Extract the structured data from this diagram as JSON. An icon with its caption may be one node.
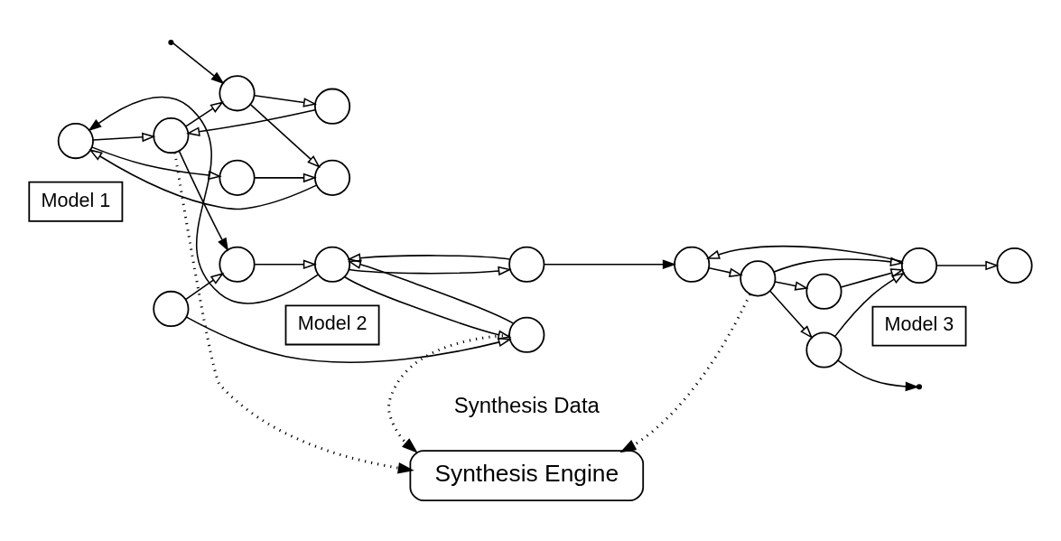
{
  "diagram": {
    "nodes": [
      {
        "text": [
          "Model 1"
        ]
      },
      {
        "text": [
          "Model 2"
        ]
      },
      {
        "text": [
          "Model 3"
        ]
      },
      {
        "text": [],
        "shape": "circle"
      },
      {
        "text": [],
        "shape": "circle"
      },
      {
        "text": [],
        "shape": "circle"
      },
      {
        "text": [],
        "shape": "circle"
      },
      {
        "text": [],
        "shape": "circle"
      },
      {
        "text": [],
        "shape": "circle"
      },
      {
        "text": [],
        "shape": "circle"
      },
      {
        "text": [],
        "shape": "circle"
      },
      {
        "text": [],
        "shape": "circle"
      },
      {
        "text": [],
        "shape": "circle"
      },
      {
        "text": [],
        "shape": "circle"
      },
      {
        "text": [],
        "shape": "circle"
      },
      {
        "text": [],
        "shape": "circle"
      },
      {
        "text": [],
        "shape": "circle"
      },
      {
        "text": [],
        "shape": "circle"
      },
      {
        "text": [],
        "shape": "circle"
      },
      {
        "text": [],
        "shape": "circle"
      },
      {
        "text": [
          "Synthesis Engine"
        ]
      }
    ],
    "edges": [
      {
        "from": 4,
        "to": 3,
        "arrow": "to"
      },
      {
        "from": 3,
        "to": 5,
        "arrow": "to"
      },
      {
        "from": 5,
        "to": 4,
        "arrow": "to"
      },
      {
        "from": 5,
        "to": 7,
        "arrow": "to"
      },
      {
        "from": 7,
        "to": 6,
        "arrow": "to"
      },
      {
        "from": 6,
        "to": 3,
        "arrow": "to"
      },
      {
        "from": 6,
        "to": 8,
        "arrow": "to"
      },
      {
        "from": 8,
        "to": 7,
        "arrow": "to"
      },
      {
        "from": 10,
        "to": 9,
        "arrow": "to"
      },
      {
        "from": 9,
        "to": 11,
        "arrow": "to"
      },
      {
        "from": 11,
        "to": 9,
        "arrow": "to"
      },
      {
        "from": 9,
        "to": 13,
        "arrow": "to"
      },
      {
        "from": 13,
        "to": 9,
        "arrow": "to"
      },
      {
        "from": 12,
        "to": 10,
        "arrow": "to"
      },
      {
        "from": 12,
        "to": 13,
        "arrow": "to"
      },
      {
        "from": 15,
        "to": 14,
        "arrow": "to"
      },
      {
        "from": 15,
        "to": 16,
        "arrow": "to"
      },
      {
        "from": 16,
        "to": 18,
        "arrow": "to"
      },
      {
        "from": 18,
        "to": 15,
        "arrow": "to"
      },
      {
        "from": 17,
        "to": 15,
        "arrow": "to"
      },
      {
        "from": 18,
        "to": 17,
        "arrow": "to"
      },
      {
        "from": 18,
        "to": 19,
        "arrow": "to"
      },
      {
        "from": 19,
        "to": 15,
        "arrow": "to"
      },
      {
        "from": null,
        "to": 6,
        "arrow": "to"
      },
      {
        "from": 7,
        "to": 10,
        "arrow": "to"
      },
      {
        "from": 9,
        "to": 5,
        "arrow": "to"
      },
      {
        "from": 11,
        "to": 16,
        "arrow": "to"
      },
      {
        "from": 19,
        "to": null,
        "arrow": "to"
      },
      {
        "from": 7,
        "to": 20,
        "arrow": "to",
        "style": "dashed"
      },
      {
        "from": 13,
        "to": 20,
        "arrow": "to",
        "style": "dashed"
      },
      {
        "from": 18,
        "to": 20,
        "arrow": "to",
        "style": "dashed"
      }
    ],
    "labels": [
      "Synthesis Data"
    ]
  }
}
